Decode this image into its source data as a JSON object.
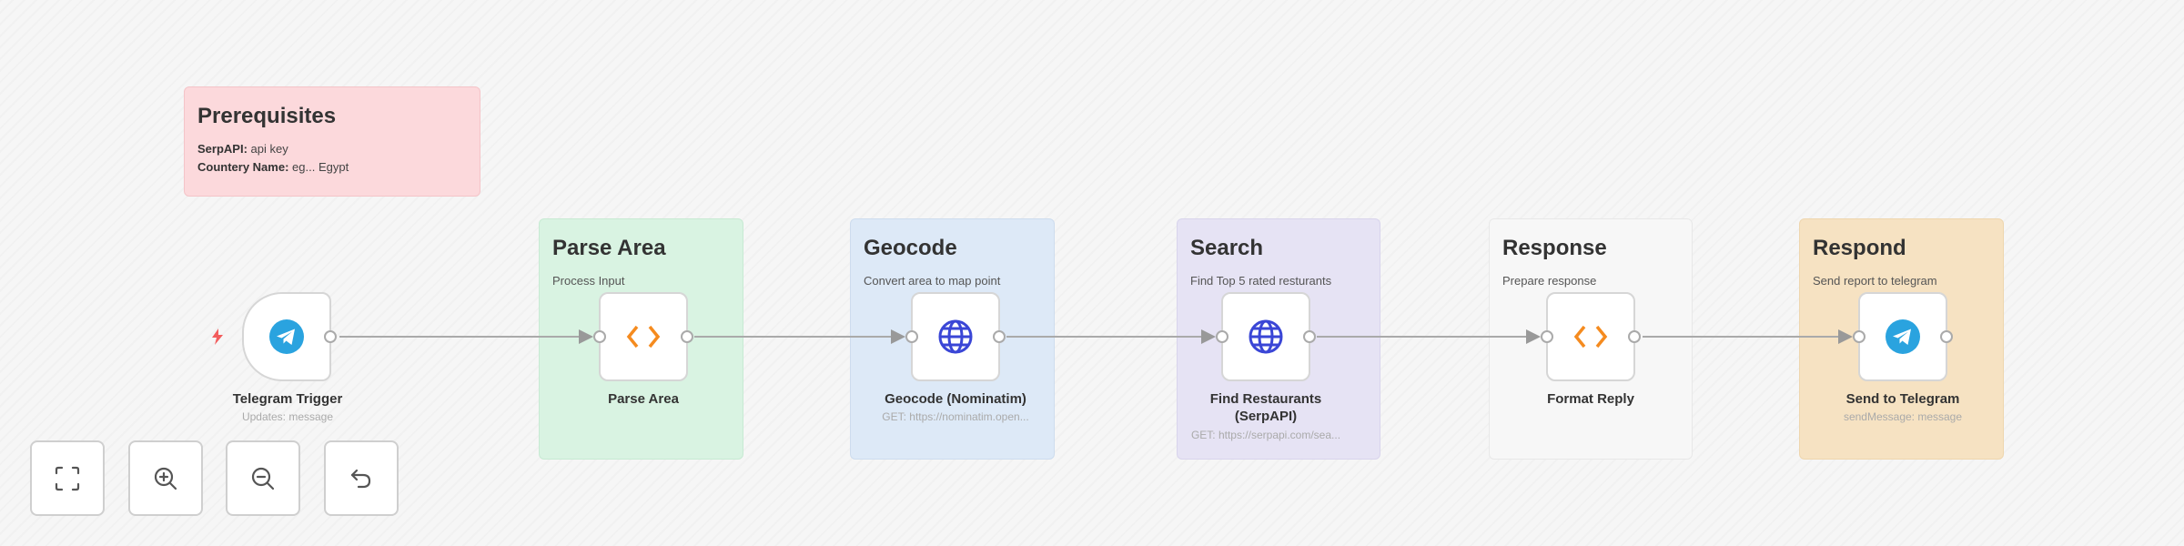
{
  "prerequisites": {
    "title": "Prerequisites",
    "rows": [
      {
        "key": "SerpAPI:",
        "value": " api key"
      },
      {
        "key": "Countery Name:",
        "value": " eg... Egypt"
      }
    ]
  },
  "groups": [
    {
      "title": "Parse Area",
      "subtitle": "Process Input",
      "color": "#d9f3e2"
    },
    {
      "title": "Geocode",
      "subtitle": "Convert area to map point",
      "color": "#dde9f7"
    },
    {
      "title": "Search",
      "subtitle": "Find Top 5 rated resturants",
      "color": "#e6e3f4"
    },
    {
      "title": "Response",
      "subtitle": "Prepare response",
      "color": "#f7f7f7"
    },
    {
      "title": "Respond",
      "subtitle": "Send report to telegram",
      "color": "#f6e2c2"
    }
  ],
  "nodes": [
    {
      "name": "Telegram Trigger",
      "subtitle": "Updates: message",
      "icon": "telegram-icon"
    },
    {
      "name": "Parse Area",
      "subtitle": "",
      "icon": "code-icon"
    },
    {
      "name": "Geocode (Nominatim)",
      "subtitle": "GET: https://nominatim.open...",
      "icon": "globe-icon"
    },
    {
      "name": "Find Restaurants (SerpAPI)",
      "subtitle": "GET: https://serpapi.com/sea...",
      "icon": "globe-icon"
    },
    {
      "name": "Format Reply",
      "subtitle": "",
      "icon": "code-icon"
    },
    {
      "name": "Send to Telegram",
      "subtitle": "sendMessage: message",
      "icon": "telegram-icon"
    }
  ],
  "controls": [
    {
      "icon": "fit-view-icon"
    },
    {
      "icon": "zoom-in-icon"
    },
    {
      "icon": "zoom-out-icon"
    },
    {
      "icon": "undo-icon"
    }
  ],
  "colors": {
    "telegram": "#2aa3df",
    "code": "#f58b1f",
    "globe": "#3a46d6",
    "trigger_bolt": "#f25c5c",
    "prereq": "#fcd9dc"
  }
}
